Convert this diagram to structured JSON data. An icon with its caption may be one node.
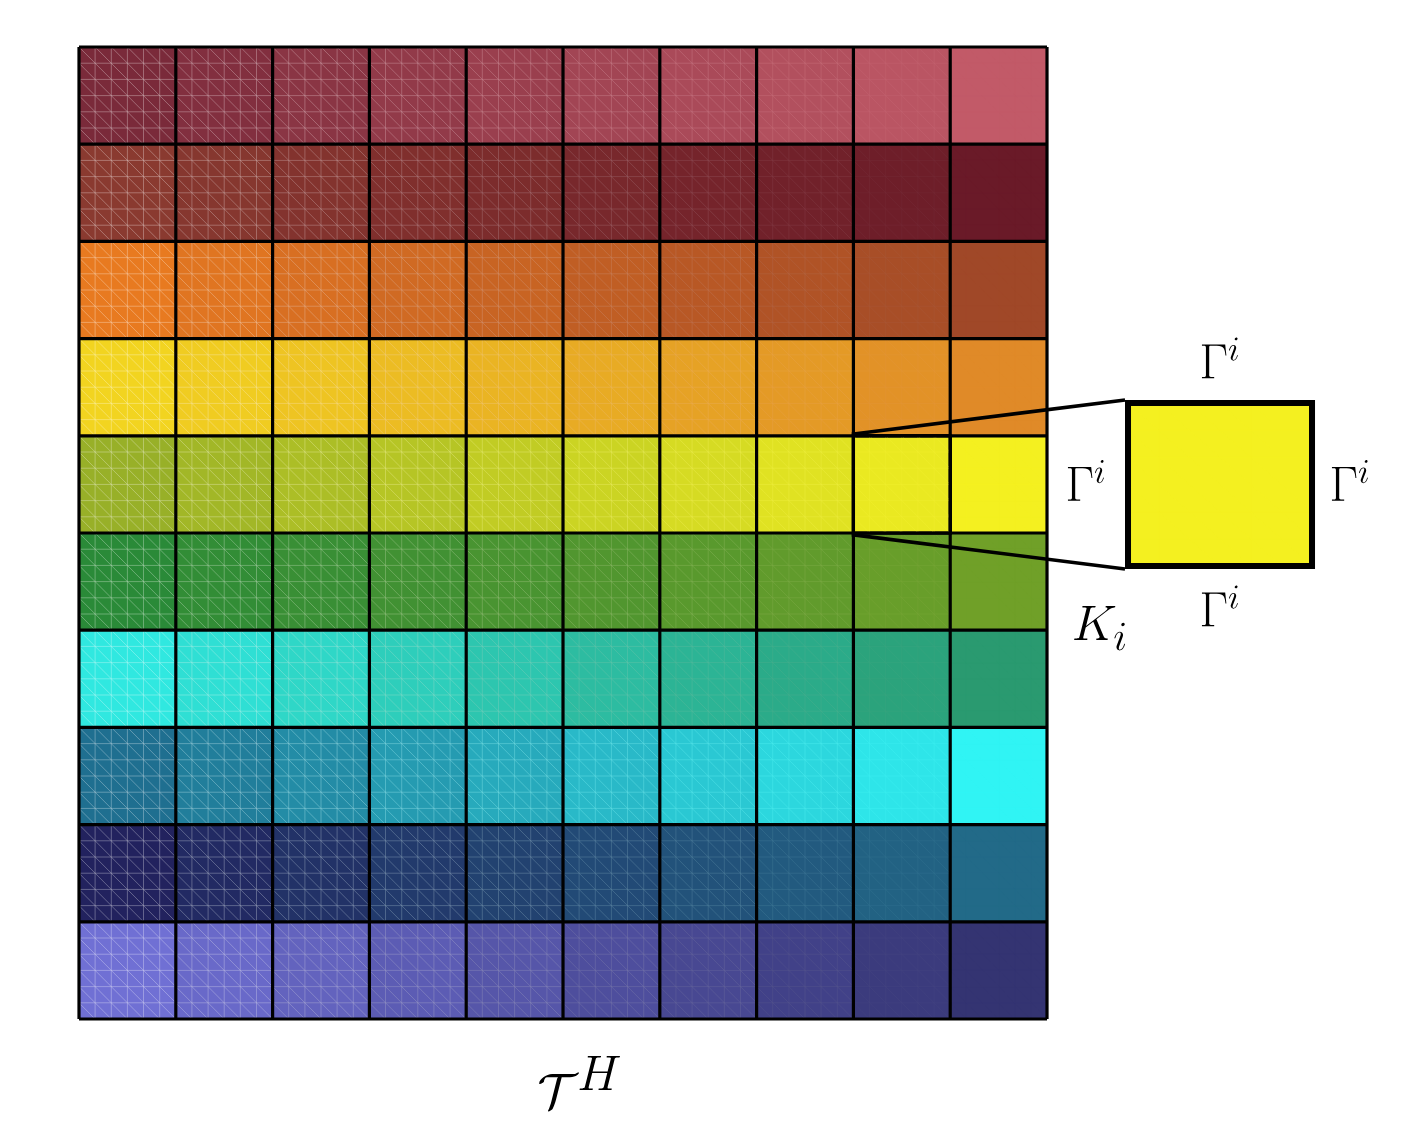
{
  "diagram": {
    "nodes": [
      {
        "text": [],
        "shape": "box"
      },
      {
        "text": [],
        "shape": "box",
        "beside": [
          "\\Gamma^{i}",
          "\\Gamma^{i}",
          "\\Gamma^{i}",
          "\\Gamma^{i}"
        ]
      }
    ],
    "edges": [
      {
        "from": 0,
        "to": 1,
        "arrow": "none"
      },
      {
        "from": 0,
        "to": 1,
        "arrow": "none"
      }
    ],
    "labels": [
      "K_{i}",
      "\\mathcal{T}^{H}"
    ]
  }
}
